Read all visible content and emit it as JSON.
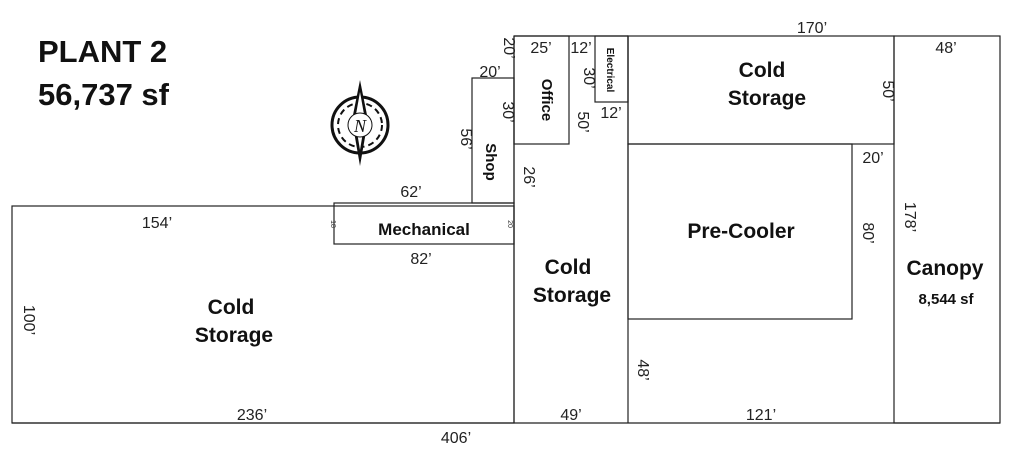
{
  "title": {
    "line1": "PLANT 2",
    "line2": "56,737 sf"
  },
  "compass": {
    "letter": "N"
  },
  "rooms": {
    "cold_storage_west": [
      "Cold",
      "Storage"
    ],
    "mechanical": "Mechanical",
    "shop": "Shop",
    "office": "Office",
    "electrical": "Electrical",
    "cold_storage_center": [
      "Cold",
      "Storage"
    ],
    "cold_storage_north": [
      "Cold",
      "Storage"
    ],
    "pre_cooler": "Pre-Cooler",
    "canopy": "Canopy",
    "canopy_area": "8,544 sf"
  },
  "dimensions": {
    "total_width": "406’",
    "west_width": "236’",
    "west_top": "154’",
    "west_height": "100’",
    "mech_top": "62’",
    "mech_bottom": "82’",
    "mech_left": "18",
    "mech_right": "20",
    "shop_height": "56’",
    "shop_top": "20’",
    "shop_upper": "30’",
    "office_gap": "20’",
    "office_width": "25’",
    "office_height": "50’",
    "center_side": "26’",
    "electrical_width": "12’",
    "electrical_height": "30’",
    "electrical_bottom": "12’",
    "center_bottom": "49’",
    "north_width": "170’",
    "north_height": "50’",
    "canopy_width": "48’",
    "canopy_height": "178’",
    "precooler_gap": "20’",
    "precooler_height": "80’",
    "precooler_bottom": "121’",
    "corridor": "48’"
  }
}
